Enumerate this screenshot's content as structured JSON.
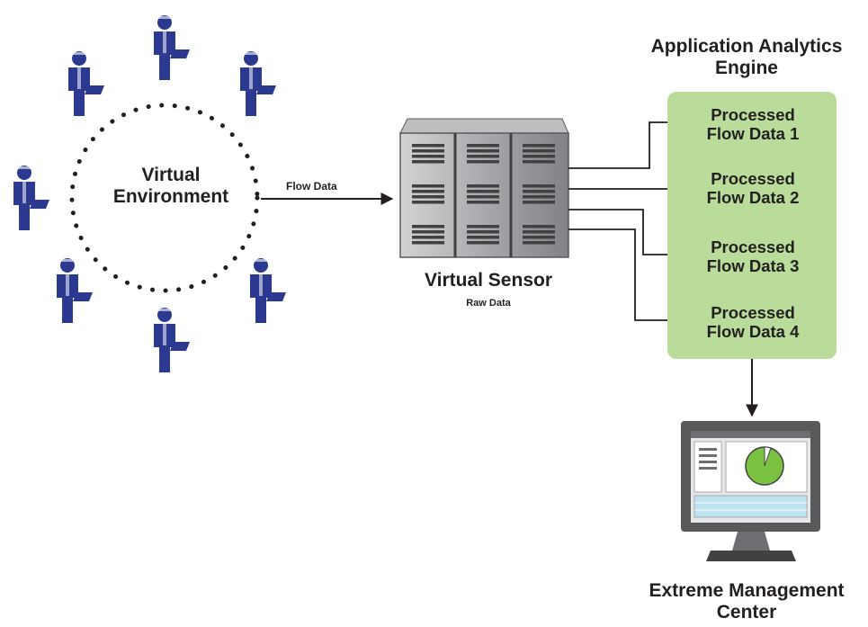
{
  "environment": {
    "title_line1": "Virtual",
    "title_line2": "Environment"
  },
  "flow_label": "Flow Data",
  "sensor": {
    "title": "Virtual Sensor",
    "subtitle": "Raw Data"
  },
  "engine": {
    "title_line1": "Application Analytics",
    "title_line2": "Engine",
    "items": [
      {
        "line1": "Processed",
        "line2": "Flow Data 1"
      },
      {
        "line1": "Processed",
        "line2": "Flow Data 2"
      },
      {
        "line1": "Processed",
        "line2": "Flow Data 3"
      },
      {
        "line1": "Processed",
        "line2": "Flow Data 4"
      }
    ]
  },
  "management": {
    "title_line1": "Extreme Management",
    "title_line2": "Center"
  },
  "colors": {
    "user_blue": "#2b3990",
    "engine_green": "#b9dc9a",
    "pie_green": "#7cc242",
    "server_gray": "#9d9fa2",
    "monitor_gray": "#58595b"
  },
  "icons": [
    "user-icon",
    "server-rack-icon",
    "monitor-icon",
    "pie-chart-icon"
  ]
}
